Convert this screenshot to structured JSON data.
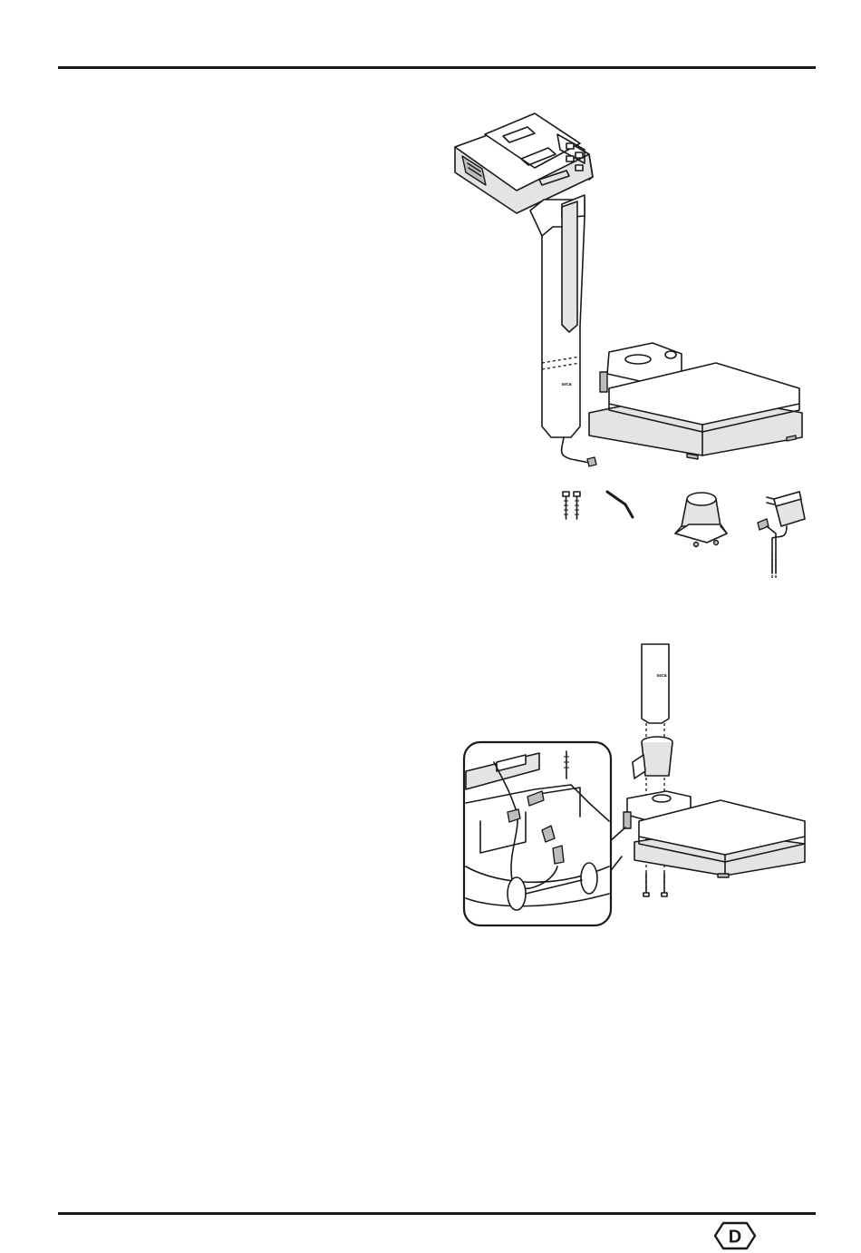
{
  "page": {
    "language_marker": "D"
  },
  "figures": {
    "components": {
      "column_logo": "seca",
      "items": [
        "display-head",
        "column",
        "scale-platform",
        "screws",
        "allen-key",
        "column-bracket",
        "power-adapter"
      ]
    },
    "assembly": {
      "column_logo": "seca",
      "items": [
        "column",
        "column-bracket",
        "scale-platform",
        "screws",
        "cable-connection-detail"
      ]
    }
  },
  "icons": {
    "language": "d-hexagon-icon"
  },
  "colors": {
    "ink": "#1a1a1a",
    "paper": "#ffffff",
    "shade": "#bdbdbd"
  }
}
